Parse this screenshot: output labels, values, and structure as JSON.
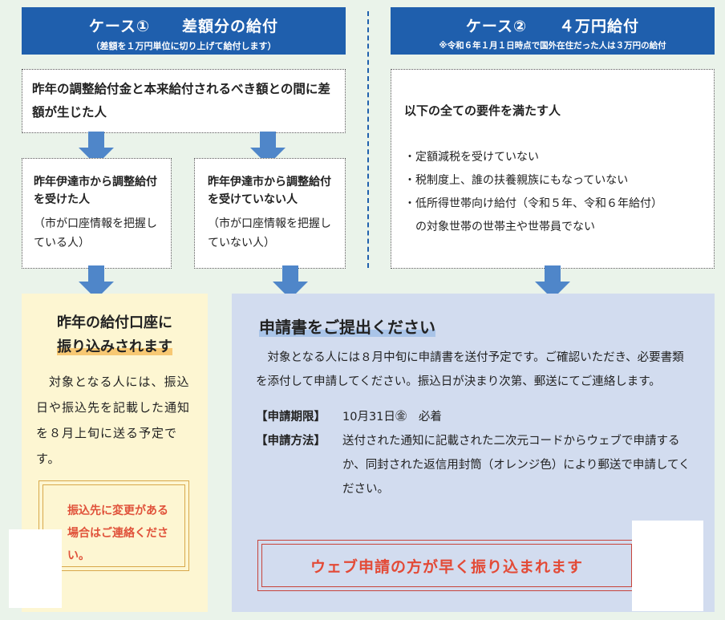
{
  "case1": {
    "title": "ケース①　　差額分の給付",
    "subtitle": "（差額を１万円単位に切り上げて給付します）",
    "condition": "昨年の調整給付金と本来給付されるべき額との間に差額が生じた人",
    "subcase_a": {
      "title": "昨年伊達市から調整給付を受けた人",
      "note": "（市が口座情報を把握している人）"
    },
    "subcase_b": {
      "title": "昨年伊達市から調整給付を受けていない人",
      "note": "（市が口座情報を把握していない人）"
    }
  },
  "case2": {
    "title": "ケース②　　４万円給付",
    "subtitle": "※令和６年１月１日時点で国外在住だった人は３万円の給付",
    "condition_title": "以下の全ての要件を満たす人",
    "requirements": [
      "・定額減税を受けていない",
      "・税制度上、誰の扶養親族にもなっていない",
      "・低所得世帯向け給付（令和５年、令和６年給付）",
      "　の対象世帯の世帯主や世帯員でない"
    ]
  },
  "left_panel": {
    "heading_line1": "昨年の給付口座に",
    "heading_line2": "振り込みされます",
    "body": "　対象となる人には、振込日や振込先を記載した通知を８月上旬に送る予定です。",
    "notice": "振込先に変更がある場合はご連絡ください。"
  },
  "right_panel": {
    "heading": "申請書をご提出ください",
    "body": "　対象となる人には８月中旬に申請書を送付予定です。ご確認いただき、必要書類を添付して申請してください。振込日が決まり次第、郵送にてご連絡します。",
    "deadline_label": "【申請期限】",
    "deadline_value": "10月31日㊎　必着",
    "method_label": "【申請方法】",
    "method_value": "送付された通知に記載された二次元コードからウェブで申請するか、同封された返信用封筒（オレンジ色）により郵送で申請してください。",
    "callout": "ウェブ申請の方が早く振り込まれます"
  },
  "colors": {
    "header_blue": "#1f5fad",
    "arrow_blue": "#4f86c9",
    "left_bg": "#fdf6d2",
    "right_bg": "#d2dcef",
    "notice_red": "#e0523a",
    "callout_red": "#e34a36",
    "callout_border": "#c7443b"
  }
}
